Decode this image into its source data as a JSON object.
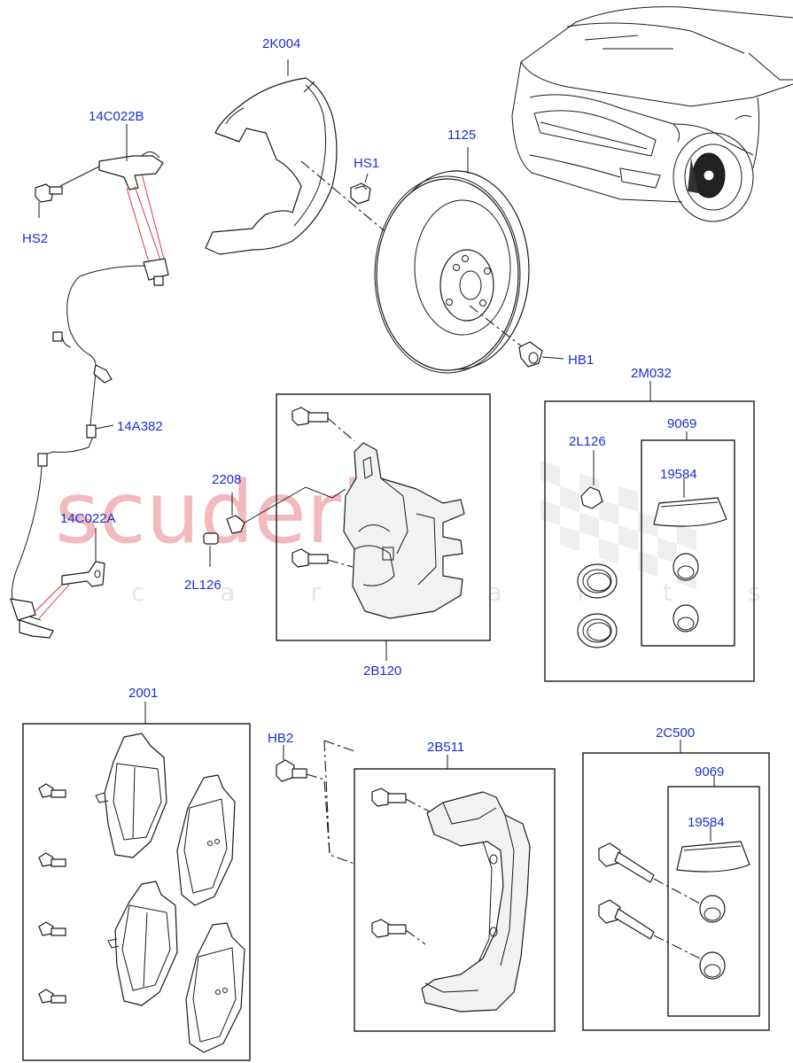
{
  "watermark": {
    "brand": "scuderia",
    "sub": "c a r p a r t s"
  },
  "labels": {
    "disc_shield": "2K004",
    "sensor_bracket_upper": "14C022B",
    "hs2": "HS2",
    "hs1": "HS1",
    "disc": "1125",
    "hb1": "HB1",
    "wheel_sensor_harness": "14A382",
    "sensor_bracket_lower": "14C022A",
    "bleed_screw": "2208",
    "bleed_cap_left": "2L126",
    "caliper": "2B120",
    "seal_kit": "2M032",
    "seal_kit_grease": "9069",
    "seal_kit_cap": "2L126",
    "seal_kit_grease_sachet": "19584",
    "pads": "2001",
    "hb2": "HB2",
    "carrier": "2B511",
    "guide_kit": "2C500",
    "guide_kit_grease": "9069",
    "guide_kit_sachet": "19584"
  }
}
